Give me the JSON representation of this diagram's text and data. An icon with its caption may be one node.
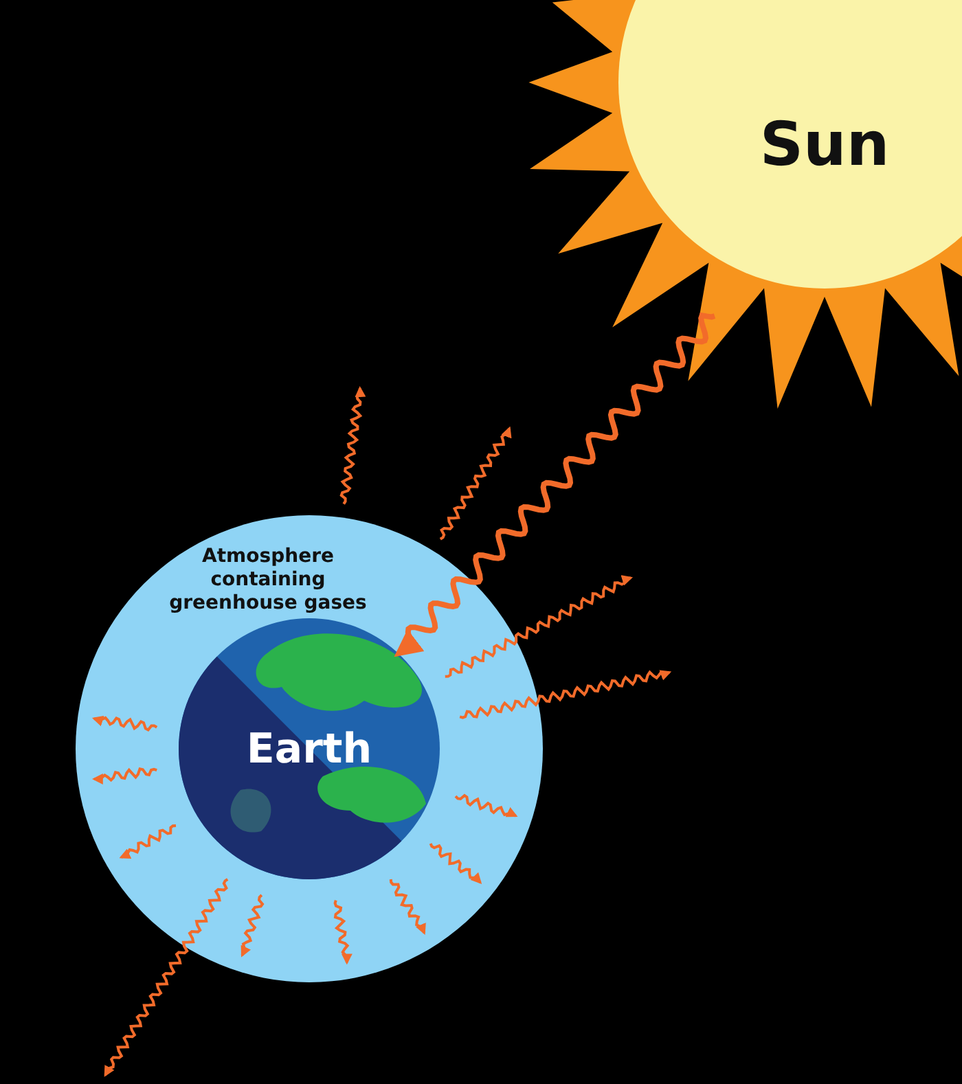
{
  "diagram": {
    "nodes": [
      {
        "text": [
          "Sun"
        ]
      },
      {
        "text": [
          "Atmosphere containing greenhouse gases"
        ]
      },
      {
        "text": [
          "Earth"
        ],
        "in": 1
      }
    ],
    "edges": [
      {
        "from": 0,
        "to": 2,
        "arrow": "to"
      }
    ]
  }
}
